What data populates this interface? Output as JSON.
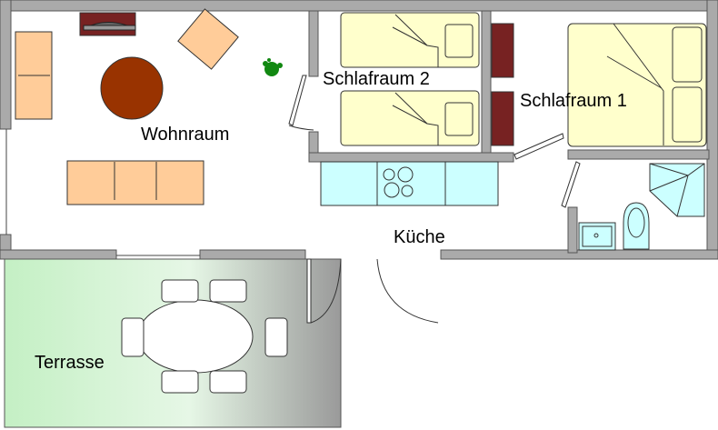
{
  "rooms": {
    "wohnraum": "Wohnraum",
    "schlafraum2": "Schlafraum 2",
    "schlafraum1": "Schlafraum 1",
    "kueche": "Küche",
    "terrasse": "Terrasse"
  },
  "colors": {
    "wall": "#aaaaaa",
    "furniture": "#ffcc99",
    "bed": "#ffffcc",
    "kitchen": "#ccffff",
    "table": "#993300",
    "wardrobe": "#772222",
    "terrace": "#cceecc",
    "plant": "#118811"
  }
}
